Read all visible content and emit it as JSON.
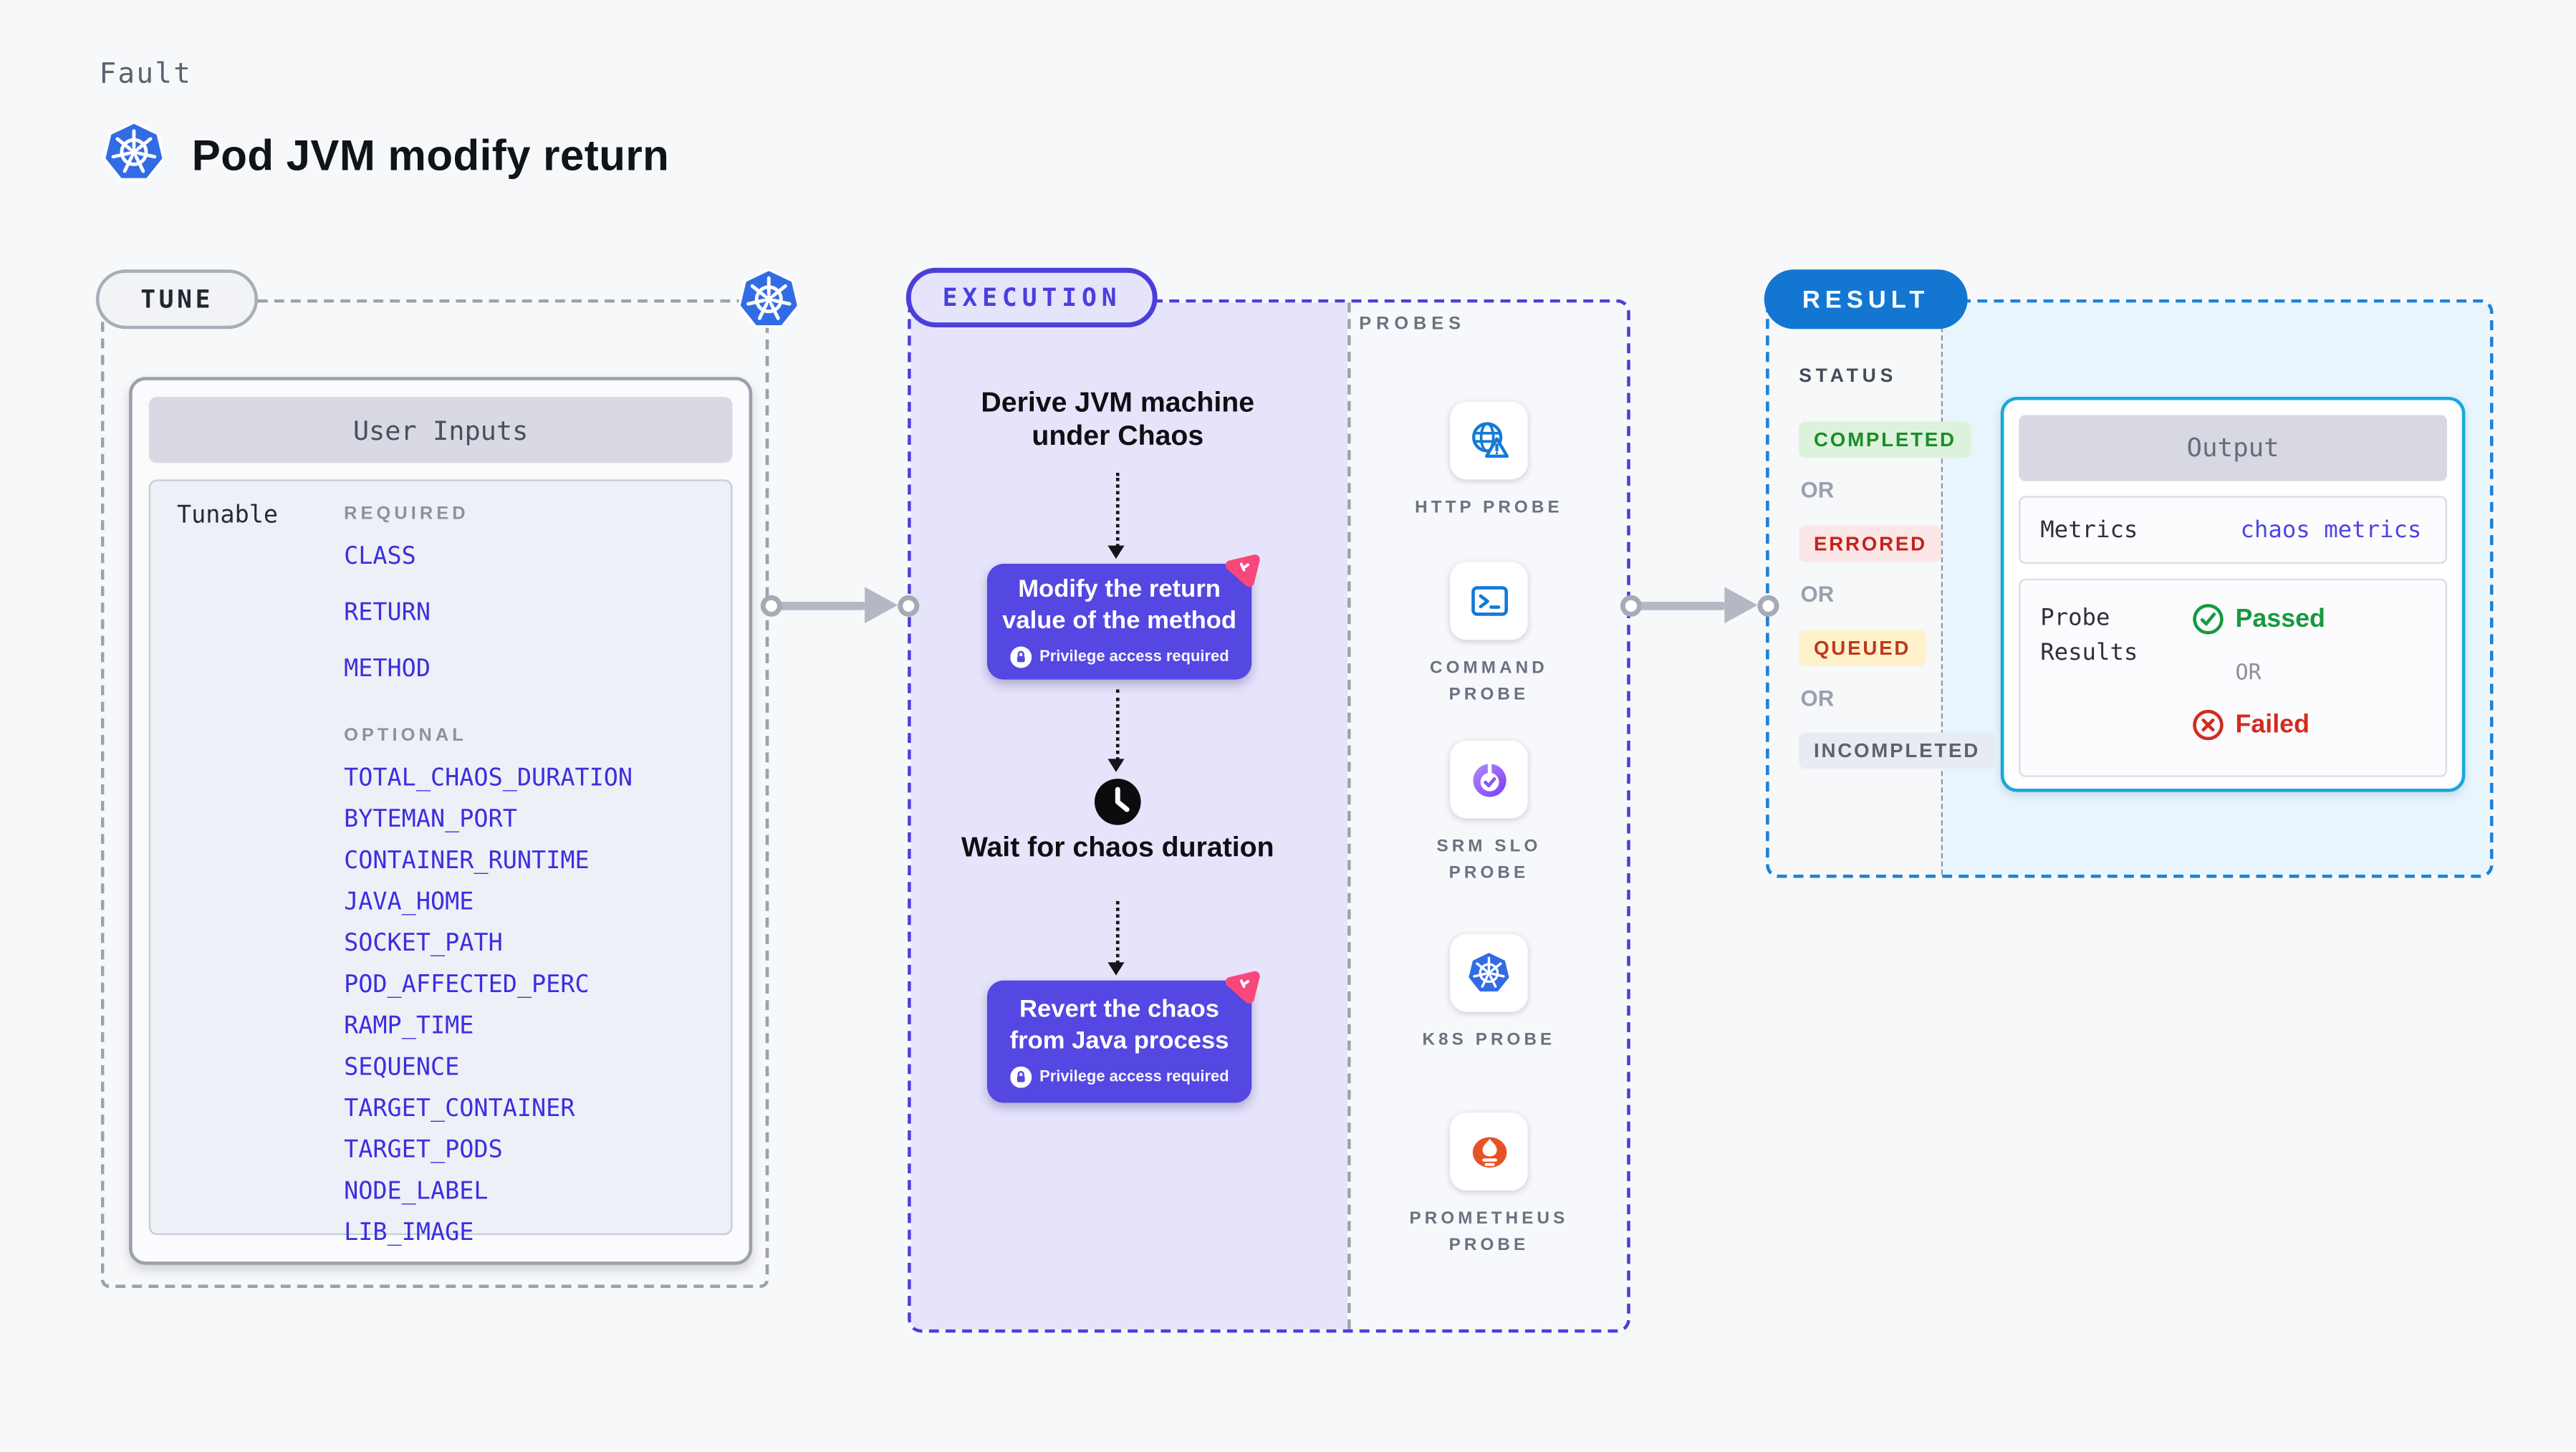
{
  "page": {
    "label": "Fault",
    "title": "Pod JVM modify return",
    "title_icon": "kubernetes-icon",
    "background": "#F7F8FA"
  },
  "tune": {
    "badge": "TUNE",
    "panel_title": "User Inputs",
    "row_label": "Tunable",
    "required_label": "REQUIRED",
    "required_items": [
      "CLASS",
      "RETURN",
      "METHOD"
    ],
    "optional_label": "OPTIONAL",
    "optional_items": [
      "TOTAL_CHAOS_DURATION",
      "BYTEMAN_PORT",
      "CONTAINER_RUNTIME",
      "JAVA_HOME",
      "SOCKET_PATH",
      "POD_AFFECTED_PERC",
      "RAMP_TIME",
      "SEQUENCE",
      "TARGET_CONTAINER",
      "TARGET_PODS",
      "NODE_LABEL",
      "LIB_IMAGE"
    ]
  },
  "execution": {
    "badge": "EXECUTION",
    "derive_step": "Derive JVM machine under Chaos",
    "inject_step": {
      "label": "Modify the return value of the method",
      "note": "Privilege access required",
      "note_icon": "lock-icon",
      "corner_icon": "chaos-spark-icon"
    },
    "wait_step": "Wait for chaos duration",
    "wait_icon": "clock-icon",
    "revert_step": {
      "label": "Revert the chaos from Java process",
      "note": "Privilege access required",
      "note_icon": "lock-icon",
      "corner_icon": "chaos-spark-icon"
    }
  },
  "probes": {
    "label": "PROBES",
    "items": [
      {
        "name": "HTTP PROBE",
        "icon": "globe-alert-icon"
      },
      {
        "name": "COMMAND PROBE",
        "icon": "terminal-icon"
      },
      {
        "name": "SRM SLO PROBE",
        "icon": "slo-check-icon"
      },
      {
        "name": "K8S PROBE",
        "icon": "kubernetes-icon"
      },
      {
        "name": "PROMETHEUS PROBE",
        "icon": "prometheus-icon"
      }
    ]
  },
  "result": {
    "badge": "RESULT",
    "status_label": "STATUS",
    "or_label": "OR",
    "statuses": [
      {
        "label": "COMPLETED",
        "bg": "#DCF2DC",
        "color": "#1C8D28"
      },
      {
        "label": "ERRORED",
        "bg": "#FBE7E7",
        "color": "#C3241B"
      },
      {
        "label": "QUEUED",
        "bg": "#FDF2CC",
        "color": "#C0391B"
      },
      {
        "label": "INCOMPLETED",
        "bg": "#E9EBF2",
        "color": "#5C6270"
      }
    ],
    "output": {
      "title": "Output",
      "metrics_label": "Metrics",
      "metrics_value": "chaos metrics",
      "probe_results_label": "Probe Results",
      "passed_label": "Passed",
      "or_label": "OR",
      "failed_label": "Failed",
      "passed_icon": "check-circle-icon",
      "failed_icon": "x-circle-icon"
    }
  },
  "colors": {
    "indigo_button": "#5447E2",
    "execution_border": "#4A3FDB",
    "lavender_fill": "#E6E4FB",
    "result_blue": "#1377D2",
    "result_border": "#1D82D8",
    "output_border": "#1AA7DC",
    "link_blue": "#3B2FE0",
    "metrics_link": "#4E46E2",
    "passed_green": "#169A3D",
    "failed_red": "#D22B1F",
    "chaos_pink": "#F9477B",
    "k8s_blue": "#326CE5",
    "probe_icon_blue": "#1479D8",
    "prometheus_orange": "#E75225"
  }
}
